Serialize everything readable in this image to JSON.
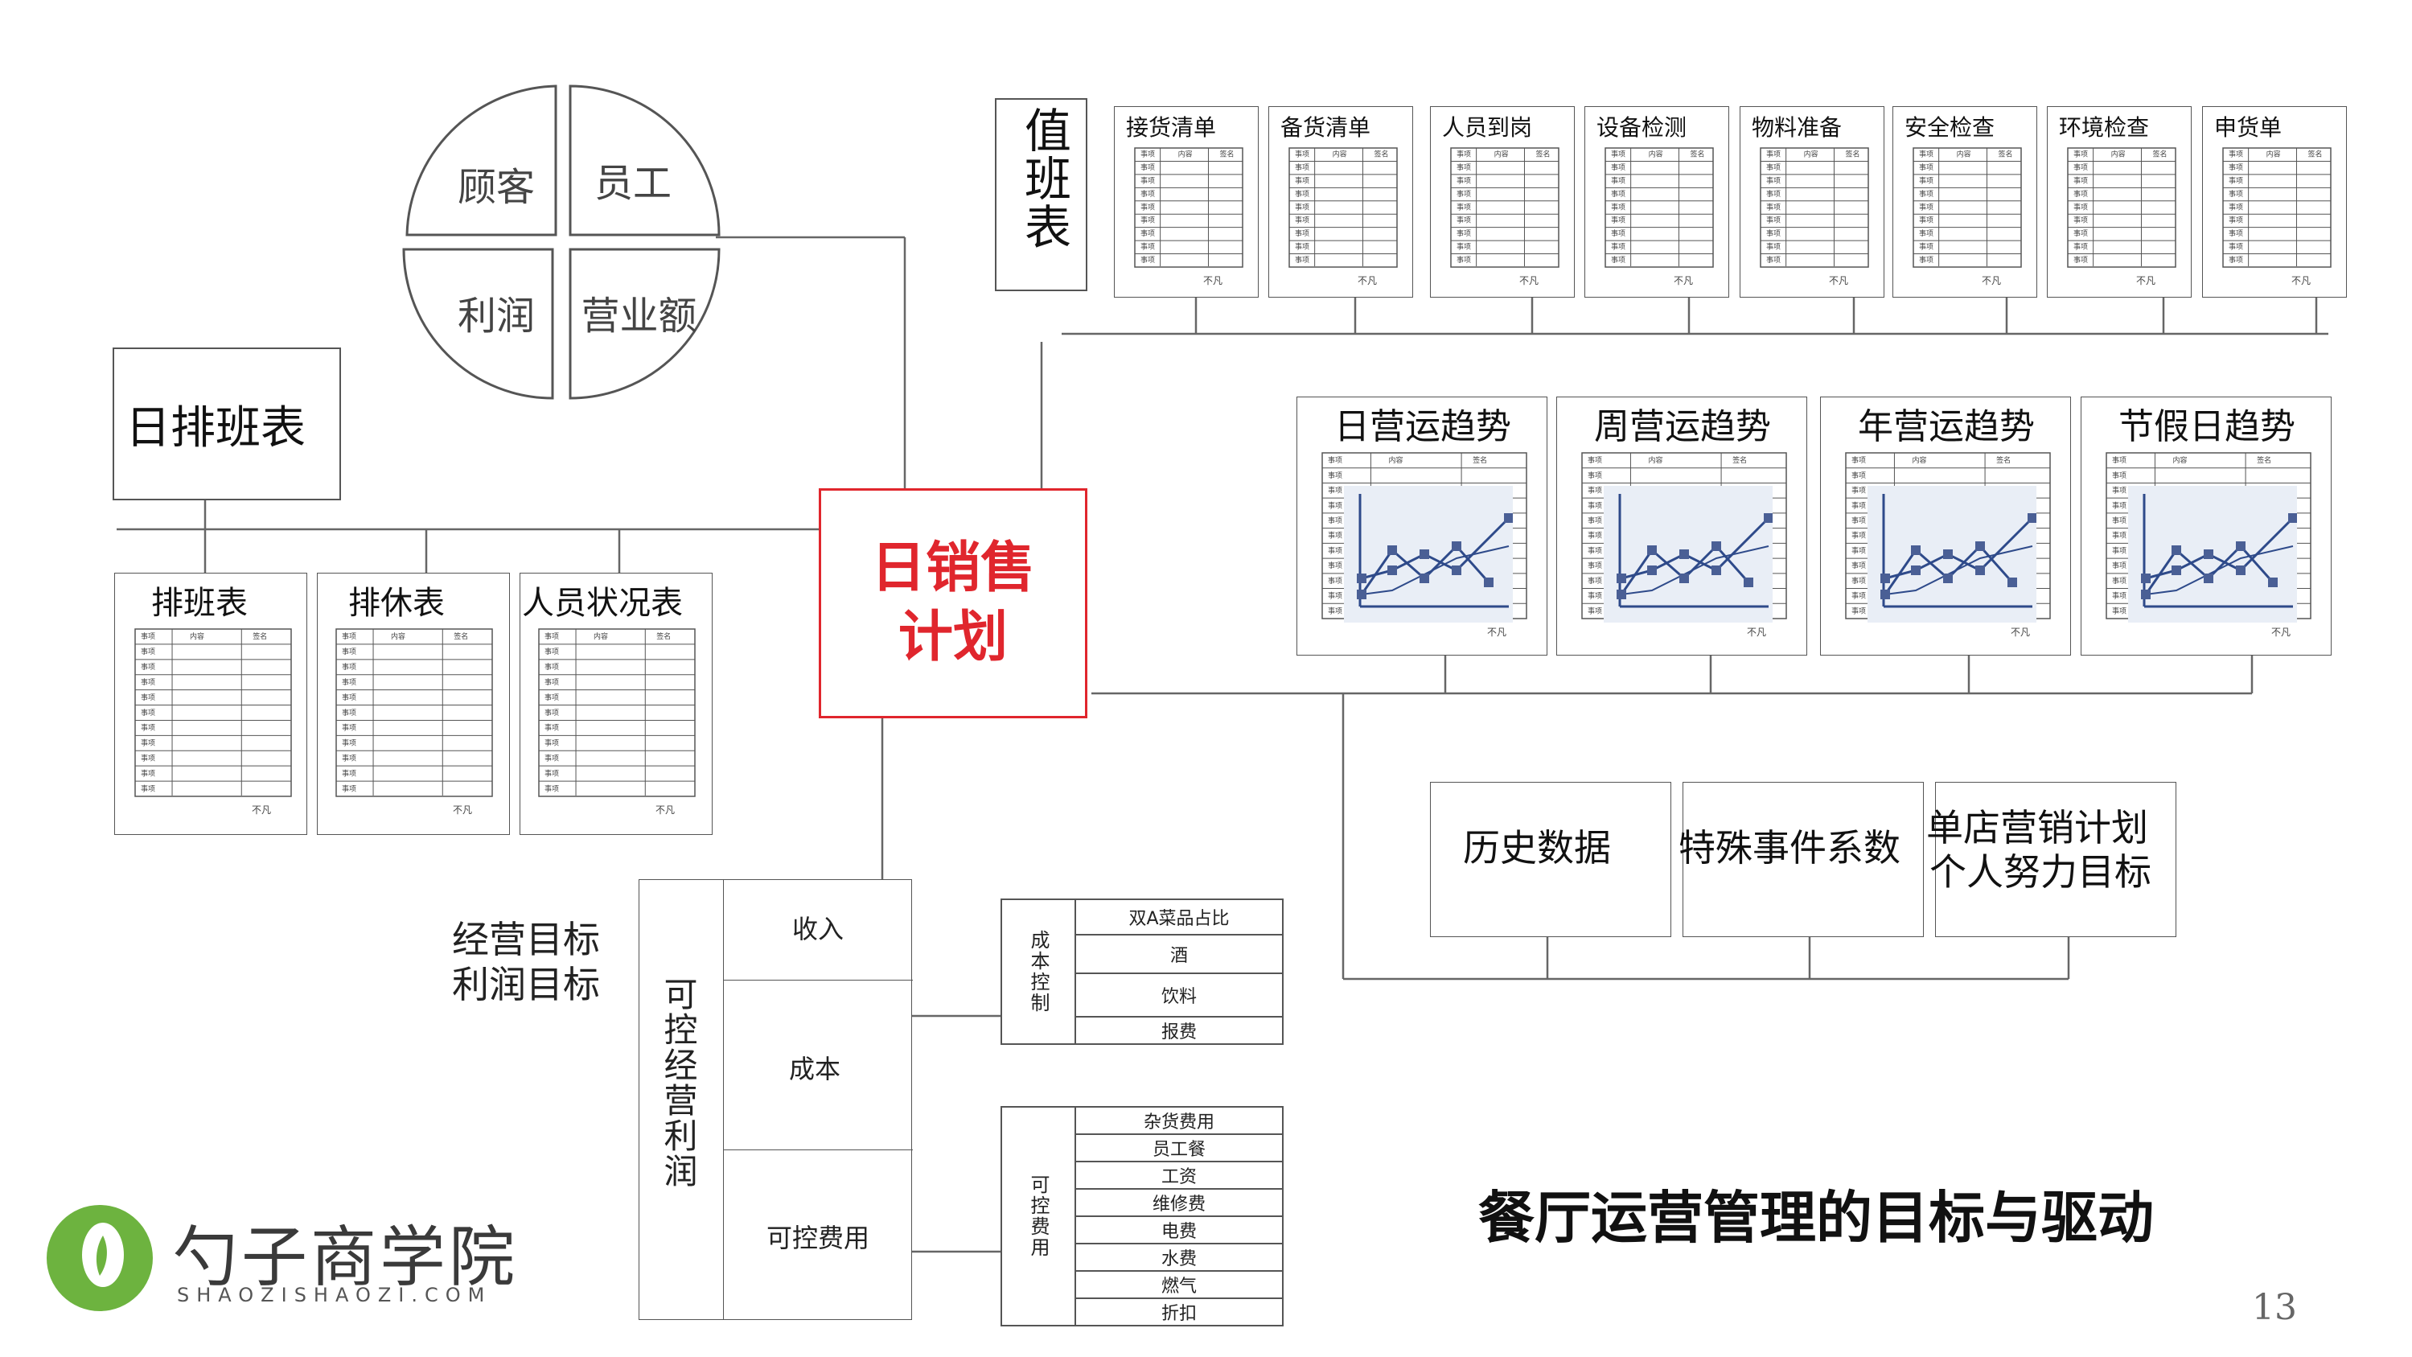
{
  "quadrants": [
    "顾客",
    "员工",
    "利润",
    "营业额"
  ],
  "daily_schedule": "日排班表",
  "schedule_forms": [
    "排班表",
    "排休表",
    "人员状况表"
  ],
  "center": {
    "line1": "日销售",
    "line2": "计划"
  },
  "duty_table": "值班表",
  "checklists": [
    "接货清单",
    "备货清单",
    "人员到岗",
    "设备检测",
    "物料准备",
    "安全检查",
    "环境检查",
    "申货单"
  ],
  "trends": [
    "日营运趋势",
    "周营运趋势",
    "年营运趋势",
    "节假日趋势"
  ],
  "factors": {
    "history": "历史数据",
    "special": "特殊事件系数",
    "store_plan": "单店营销计划",
    "personal": "个人努力目标"
  },
  "targets": {
    "line1": "经营目标",
    "line2": "利润目标"
  },
  "profit_box": {
    "label": "可控经营利润",
    "rows": [
      "收入",
      "成本",
      "可控费用"
    ]
  },
  "cost_control": {
    "label": "成本控制",
    "items": [
      "双A菜品占比",
      "酒",
      "饮料",
      "报费"
    ]
  },
  "controllable_costs": {
    "label": "可控费用",
    "items": [
      "杂货费用",
      "员工餐",
      "工资",
      "维修费",
      "电费",
      "水费",
      "燃气",
      "折扣"
    ]
  },
  "caption": "餐厅运营管理的目标与驱动",
  "logo": {
    "name": "勺子商学院",
    "url": "SHAOZISHAOZI.COM"
  },
  "page_number": "13",
  "form_sheet": {
    "col1": "事项",
    "col2": "内容",
    "col3": "签名",
    "row": "事项",
    "brand": "不凡"
  },
  "colors": {
    "accent": "#e0262d",
    "logo_green": "#6db33f",
    "line": "#555555"
  }
}
